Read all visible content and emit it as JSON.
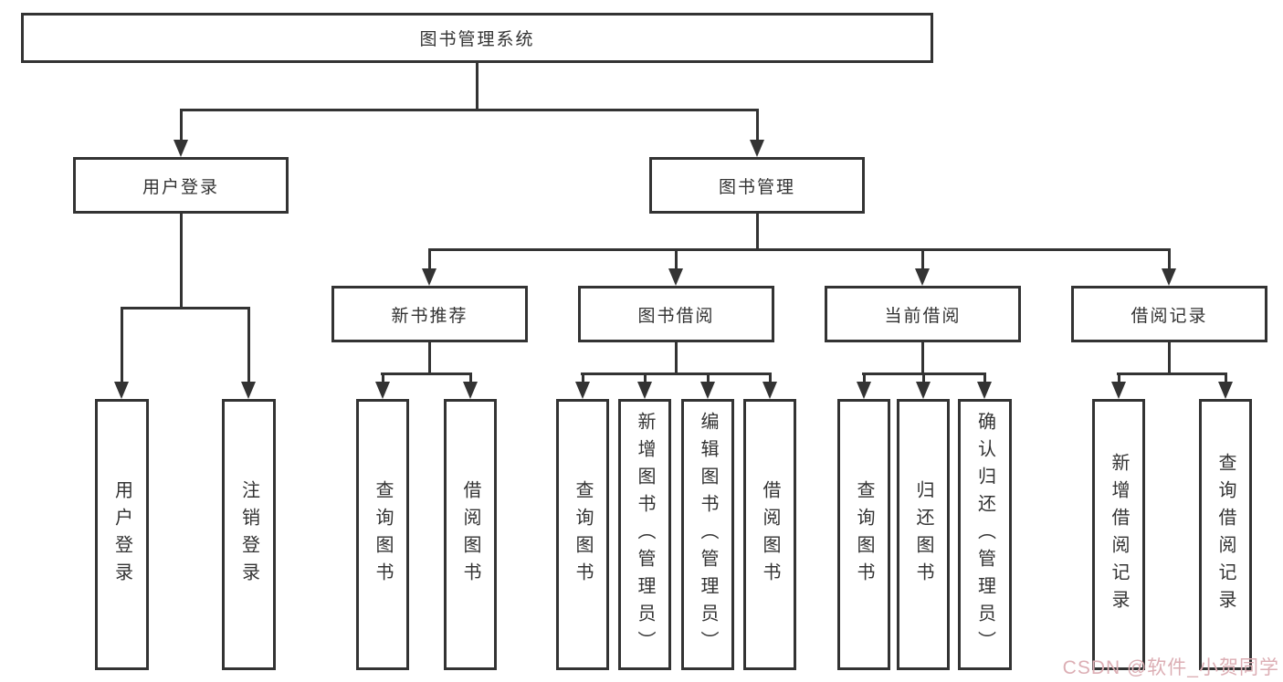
{
  "diagram": {
    "title": "图书管理系统",
    "level2": {
      "user_login": "用户登录",
      "book_manage": "图书管理"
    },
    "level3": {
      "new_books": "新书推荐",
      "book_borrow": "图书借阅",
      "current_borrow": "当前借阅",
      "borrow_records": "借阅记录"
    },
    "leaves": {
      "user_login": [
        "用户登录",
        "注销登录"
      ],
      "new_books": [
        "查询图书",
        "借阅图书"
      ],
      "book_borrow": [
        "查询图书",
        "新增图书（管理员）",
        "编辑图书（管理员）",
        "借阅图书"
      ],
      "current_borrow": [
        "查询图书",
        "归还图书",
        "确认归还（管理员）"
      ],
      "borrow_records": [
        "新增借阅记录",
        "查询借阅记录"
      ]
    },
    "colors": {
      "line": "#333333",
      "text": "#333333",
      "watermark": "#dcaeb4"
    },
    "watermark": "CSDN @软件_小贺同学"
  }
}
